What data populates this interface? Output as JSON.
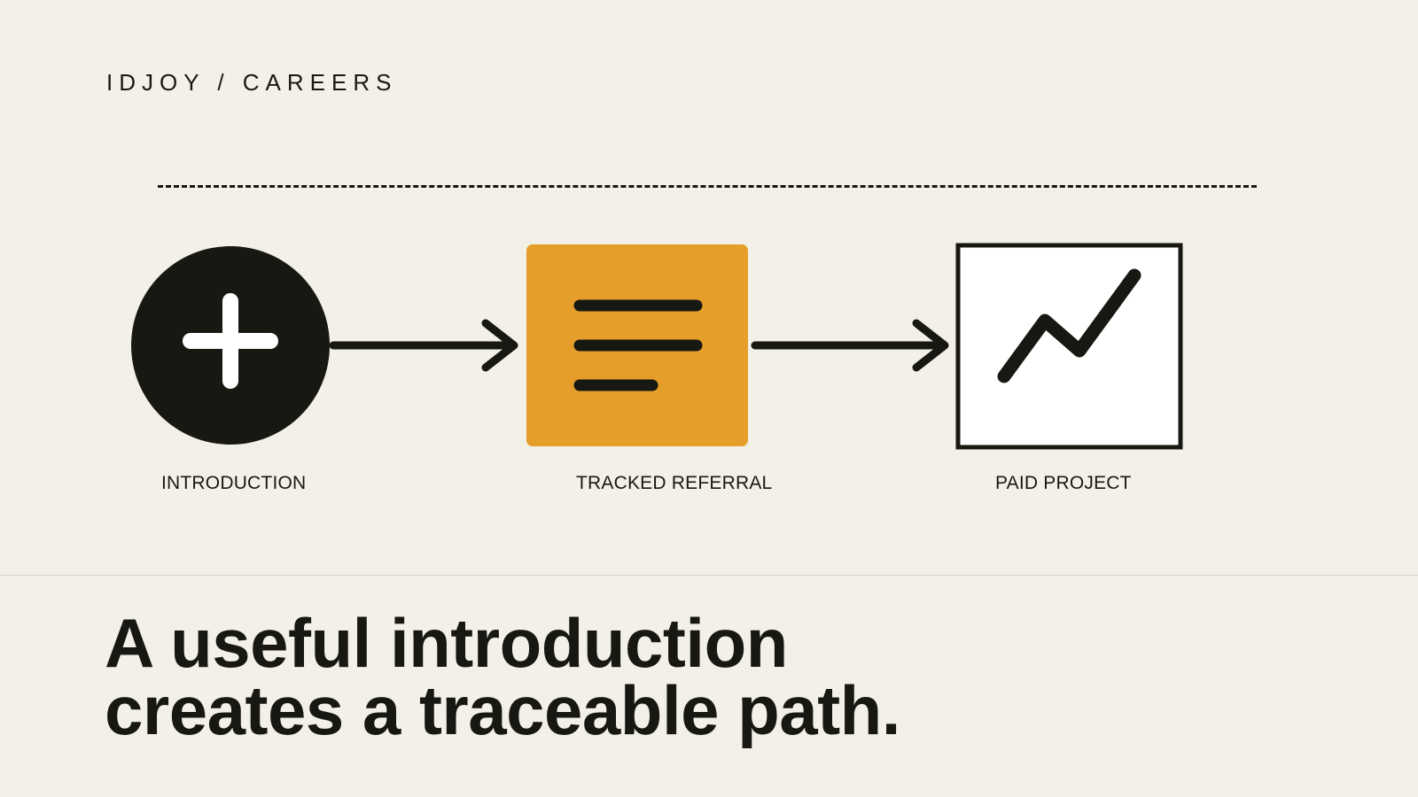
{
  "header": {
    "breadcrumb": "IDJOY / CAREERS"
  },
  "flow": {
    "steps": [
      {
        "label": "INTRODUCTION",
        "icon": "plus-icon",
        "color": "#181813"
      },
      {
        "label": "TRACKED REFERRAL",
        "icon": "lines-icon",
        "color": "#e59e2a"
      },
      {
        "label": "PAID PROJECT",
        "icon": "trend-line-icon",
        "color": "#ffffff"
      }
    ]
  },
  "headline": {
    "line1": "A useful introduction",
    "line2": "creates a traceable path."
  },
  "colors": {
    "background": "#f3f0e8",
    "ink": "#181813",
    "accent": "#e59e2a"
  }
}
